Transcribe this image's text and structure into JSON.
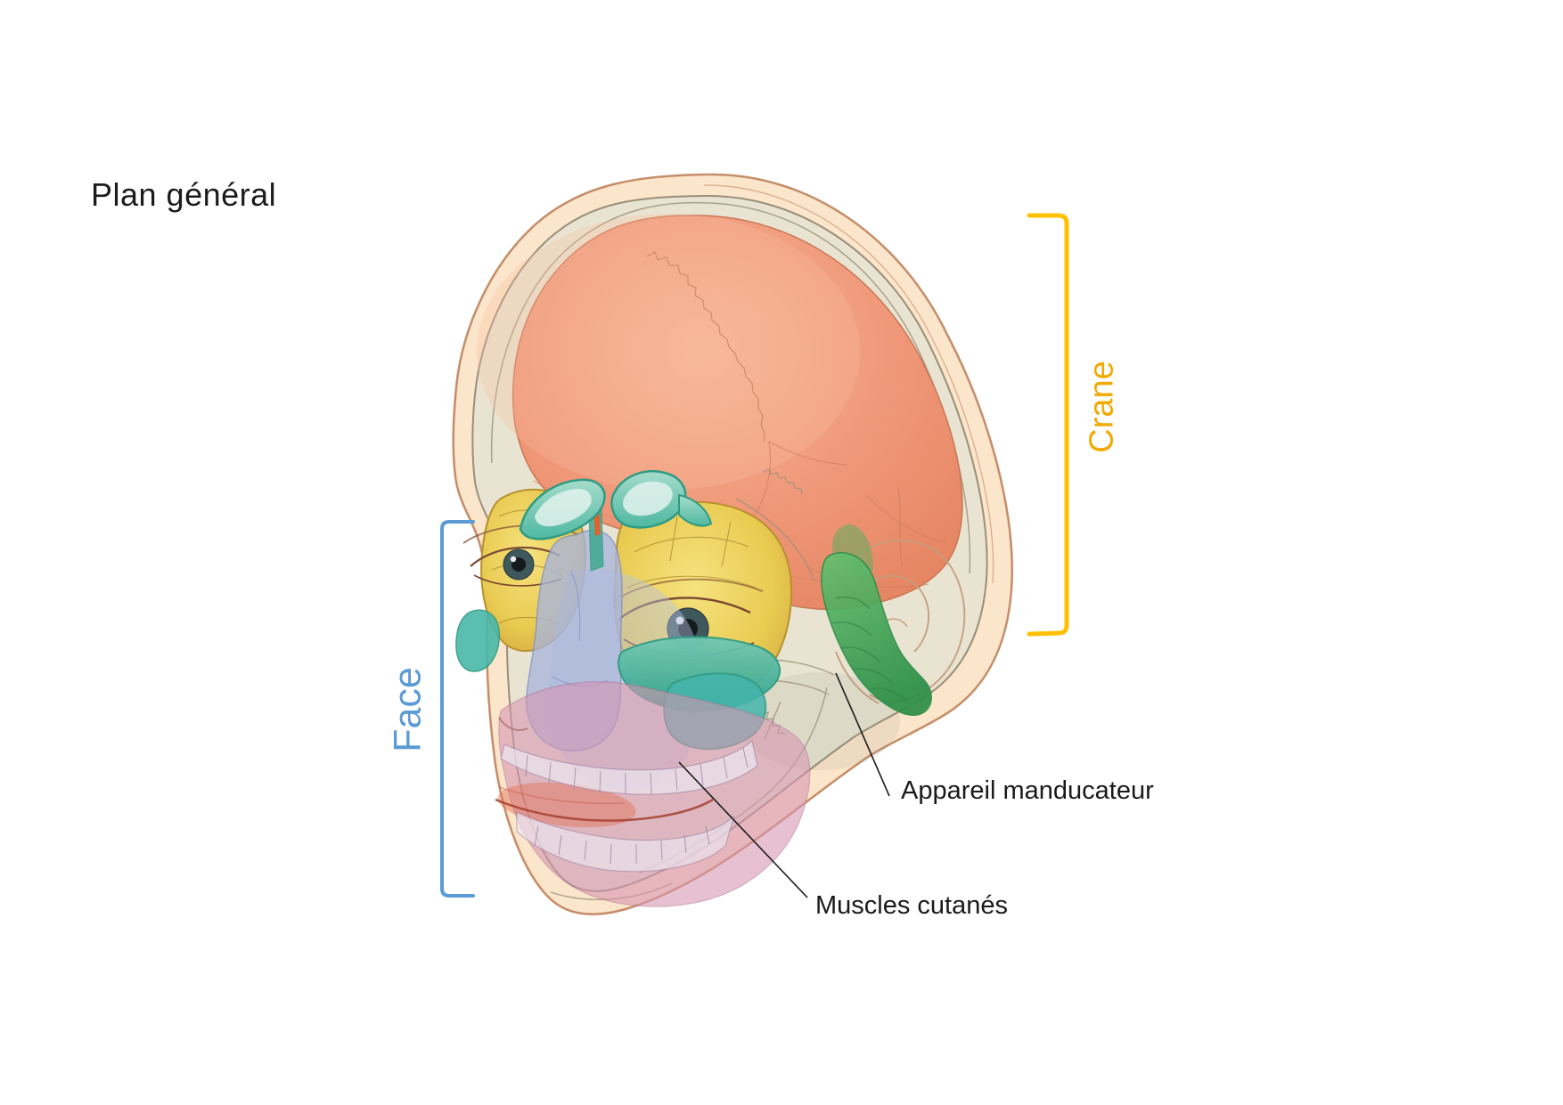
{
  "title": "Plan général",
  "annotations": {
    "crane": {
      "label": "Crane"
    },
    "face": {
      "label": "Face"
    },
    "appareil_manducateur": {
      "label": "Appareil manducateur"
    },
    "muscles_cutanes": {
      "label": "Muscles cutanés"
    }
  },
  "colors": {
    "crane_accent": "#F2A900",
    "crane_bracket": "#FFC000",
    "face_accent": "#5B9BD5",
    "label_text": "#1A1A1A",
    "leader_line": "#1A1A1A",
    "skin": "#FBE5CB",
    "bone": "#E9E4D2",
    "cranium_salmon": "#EE9273",
    "orbit_yellow": "#E9CB52",
    "sinus_teal": "#47B29D",
    "nasal_blue": "#A9B5DC",
    "cutaneous_pink": "#D795B2",
    "manducator_green": "#3FA552"
  }
}
